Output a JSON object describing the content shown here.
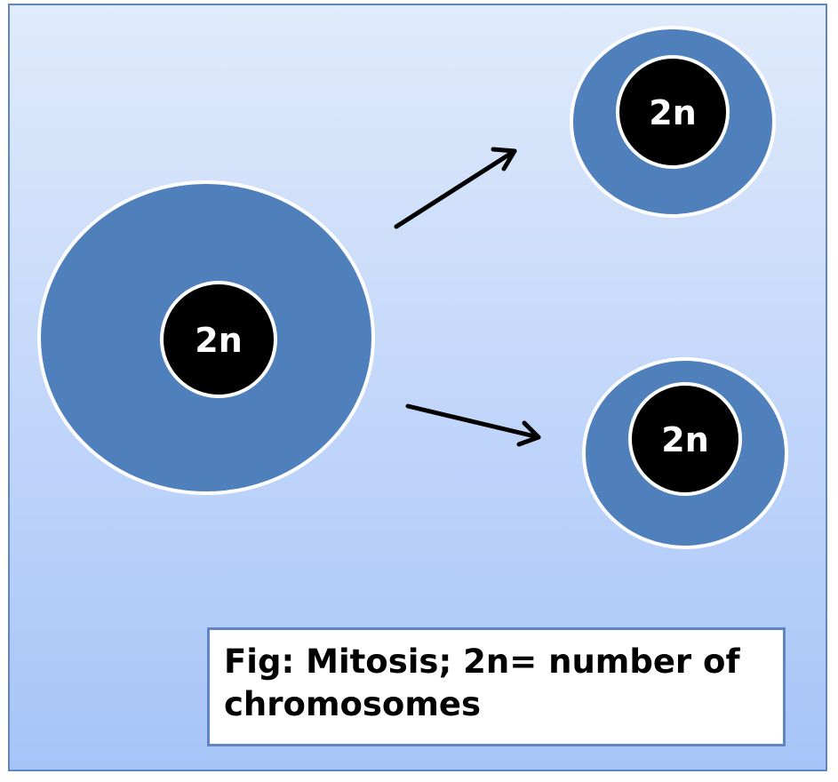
{
  "diagram": {
    "parent_cell": {
      "nucleus_label": "2n"
    },
    "daughter_cells": [
      {
        "nucleus_label": "2n"
      },
      {
        "nucleus_label": "2n"
      }
    ],
    "caption": "Fig: Mitosis; 2n= number of chromosomes"
  },
  "colors": {
    "background_top": "#e0ebfb",
    "background_bottom": "#a7c4f8",
    "cell_fill": "#4f80bc",
    "nucleus_fill": "#000000",
    "outline": "#ffffff",
    "frame_border": "#5f86c2"
  }
}
